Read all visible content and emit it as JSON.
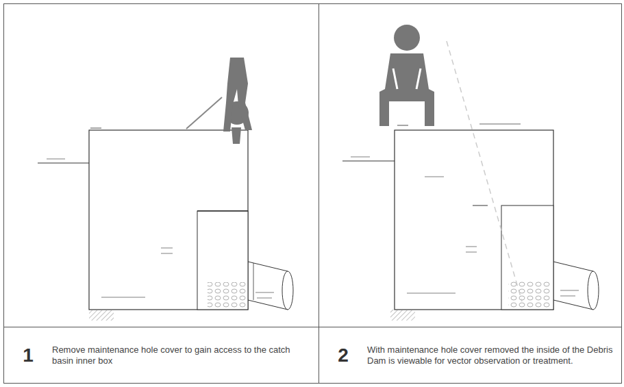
{
  "diagram": {
    "nodes": [
      {
        "text": [
          "1",
          "Remove maintenance hole cover to gain access to the catch basin inner box"
        ]
      },
      {
        "text": [
          "2",
          "With maintenance hole cover removed the inside of the Debris Dam is viewable for vector observation or treatment."
        ]
      }
    ]
  }
}
